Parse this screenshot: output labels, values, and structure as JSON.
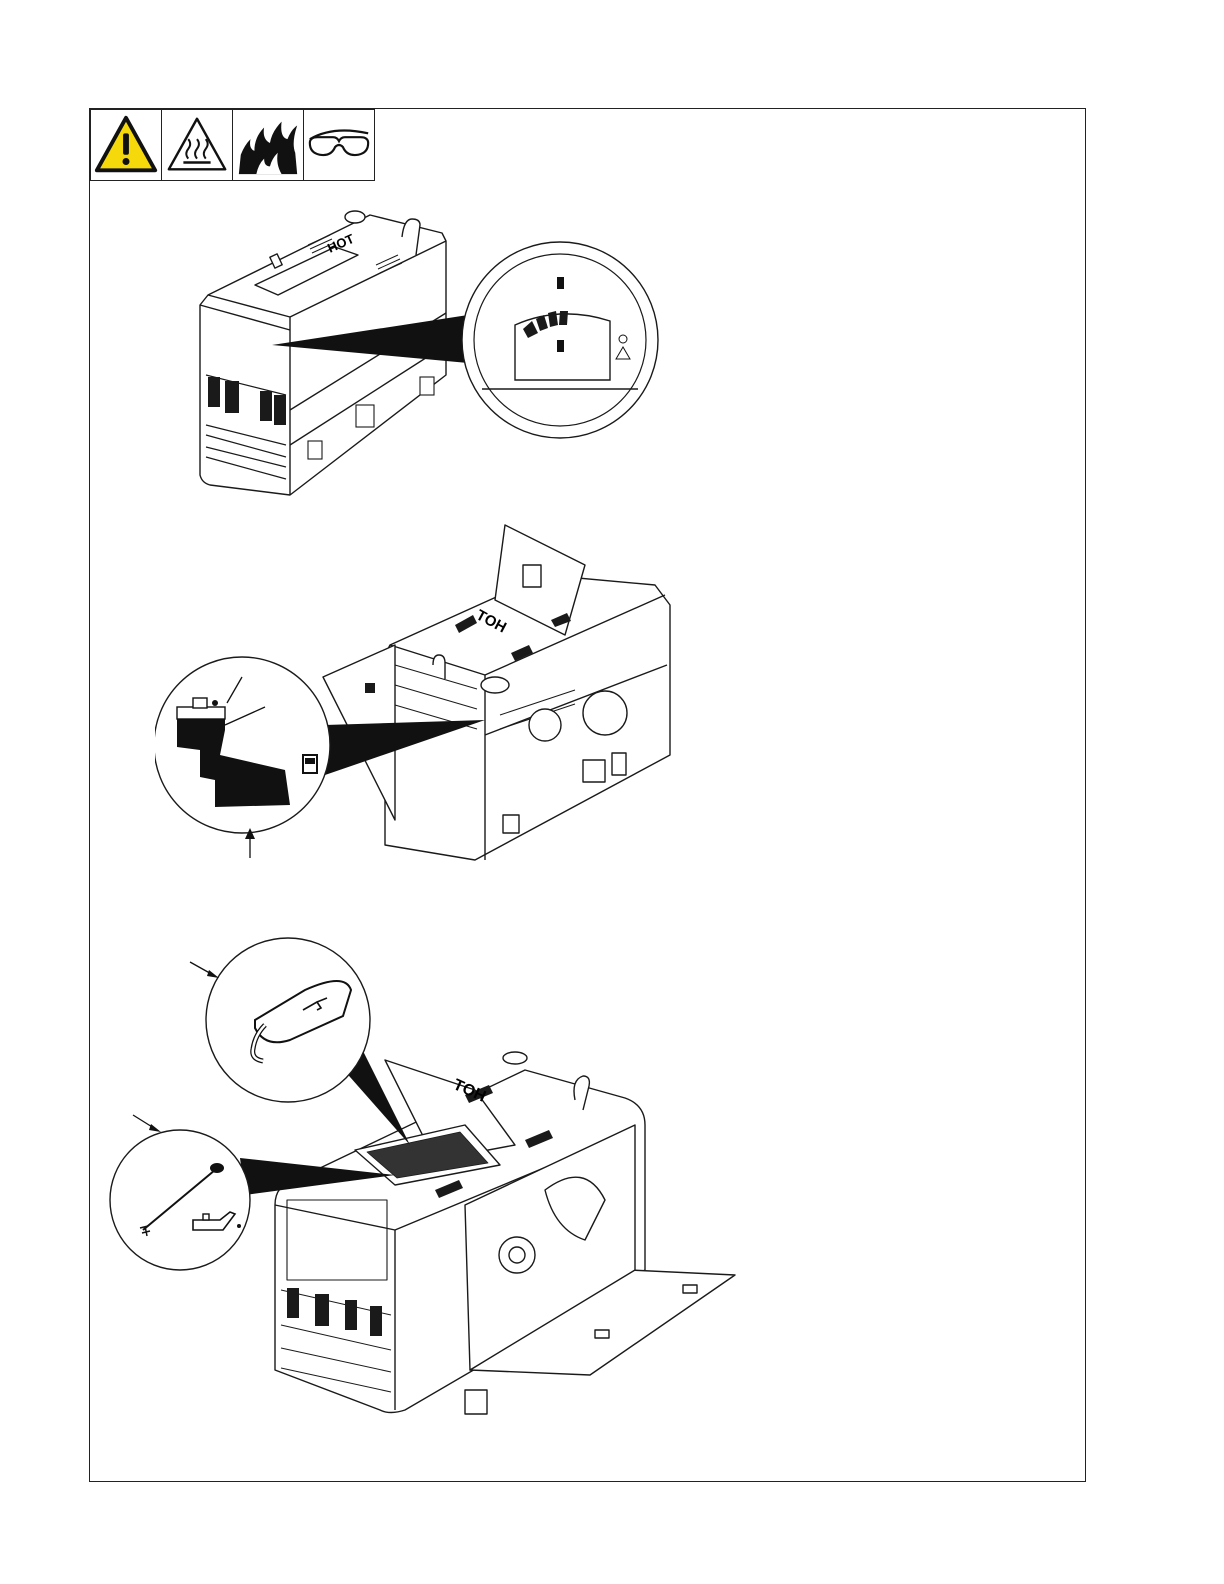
{
  "warning_symbols": [
    {
      "icon": "general-warning-icon"
    },
    {
      "icon": "hot-surface-icon"
    },
    {
      "icon": "fire-hazard-icon"
    },
    {
      "icon": "safety-glasses-icon"
    }
  ],
  "figures": {
    "fuel_gauge": {
      "stamp": "HOT"
    },
    "fuel_tank": {
      "stamp": "HOT"
    },
    "engine_oil": {
      "stamp": "HOT"
    }
  },
  "colors": {
    "warning_yellow": "#f5d90a",
    "line": "#1a1a1a",
    "fill_black": "#111111"
  }
}
